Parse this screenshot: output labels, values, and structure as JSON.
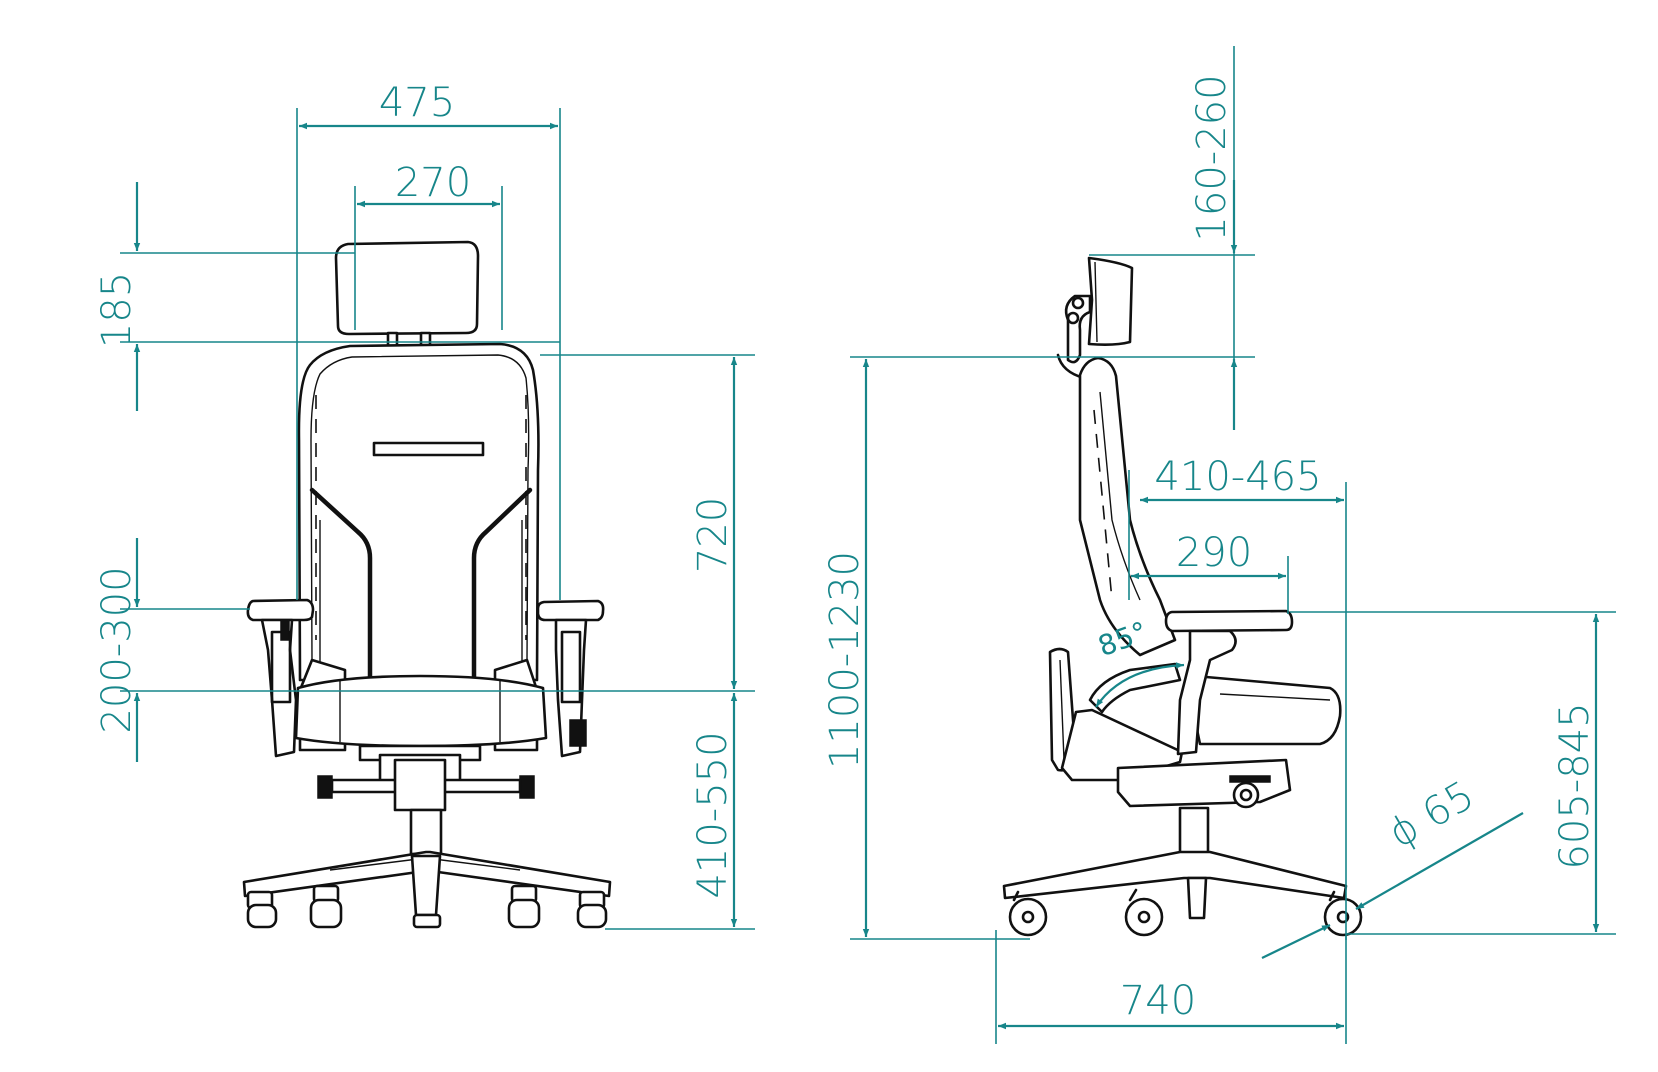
{
  "front_view": {
    "overall_width": "475",
    "headrest_width": "270",
    "headrest_height": "185",
    "backrest_height": "720",
    "armrest_height": "200-300",
    "seat_height": "410-550"
  },
  "side_view": {
    "headrest_adjust": "160-260",
    "total_height": "1100-1230",
    "seat_depth": "410-465",
    "armrest_depth": "290",
    "backrest_angle": "85°",
    "armrest_floor_height": "605-845",
    "castor_diameter": "ϕ 65",
    "base_width": "740"
  },
  "colors": {
    "dimension": "#17868a",
    "outline": "#111111"
  }
}
